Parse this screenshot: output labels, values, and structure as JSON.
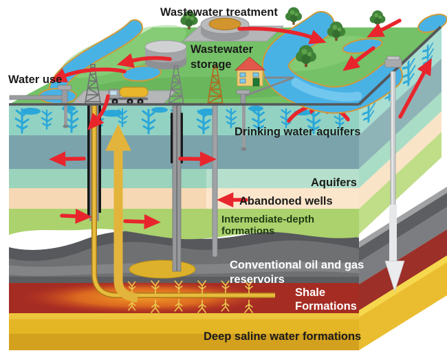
{
  "diagram": {
    "title_present": false,
    "labels": {
      "wastewater_treatment": "Wastewater treatment",
      "wastewater_storage_line1": "Wastewater",
      "wastewater_storage_line2": "storage",
      "water_use": "Water use",
      "drinking_water_aquifers": "Drinking water aquifers",
      "aquifers": "Aquifers",
      "abandoned_wells": "Abandoned wells",
      "intermediate_depth_line1": "Intermediate-depth",
      "intermediate_depth_line2": "formations",
      "conventional_line1": "Conventional oil and gas",
      "conventional_line2": "reservoirs",
      "shale_line1": "Shale",
      "shale_line2": "Formations",
      "deep_saline": "Deep saline water formations"
    },
    "layers": [
      {
        "id": "drinking-water-aquifers",
        "label": "Drinking water aquifers",
        "front_color": "#92d2c3",
        "side_color": "#a9ded2"
      },
      {
        "id": "confining-slate",
        "label": "",
        "front_color": "#7aa3ac",
        "side_color": "#8fb4b8"
      },
      {
        "id": "aquifers",
        "label": "Aquifers",
        "front_color": "#9bd3bc",
        "side_color": "#aaddc5"
      },
      {
        "id": "abandoned-wells-zone",
        "label": "Abandoned wells",
        "front_color": "#f7d8b4",
        "side_color": "#fae4c8"
      },
      {
        "id": "intermediate-depth-formations",
        "label": "Intermediate-depth formations",
        "front_color": "#abd26d",
        "side_color": "#c0dd87"
      },
      {
        "id": "conventional-reservoirs",
        "label": "Conventional oil and gas reservoirs",
        "front_color": "#6e7072",
        "side_color": "#7b7d80"
      },
      {
        "id": "shale-formations",
        "label": "Shale Formations",
        "front_color": "#a52c23",
        "side_color": "#9c2f28"
      },
      {
        "id": "deep-saline-formations",
        "label": "Deep saline water formations",
        "front_color": "#e4b524",
        "side_color": "#eabd30"
      }
    ],
    "colors": {
      "surface_green": "#74c167",
      "river_blue": "#49b2e5",
      "river_bank_tan": "#cf9a3a",
      "aquifer_branch_blue": "#2aa7d9",
      "arrow_red": "#e8252c",
      "arrow_yellow": "#e3b43b",
      "arrow_white": "#eceded",
      "well_gray": "#9a9c9e",
      "well_casing_black": "#17181a",
      "frack_fracture_yellow": "#eac94f",
      "oil_lens_gold": "#ddb12b",
      "shale_glow_orange": "#f59d28"
    },
    "features": [
      "wastewater-treatment-tank",
      "wastewater-storage-tank",
      "house",
      "truck",
      "drill-derrick-left",
      "drill-derrick-center",
      "drill-derrick-orange",
      "water-use-pump",
      "domestic-well-pump",
      "injection-well",
      "fracking-well-lateral",
      "conventional-oil-well",
      "abandoned-well",
      "river",
      "ponds",
      "trees",
      "oil-lens",
      "fracture-clusters"
    ]
  }
}
